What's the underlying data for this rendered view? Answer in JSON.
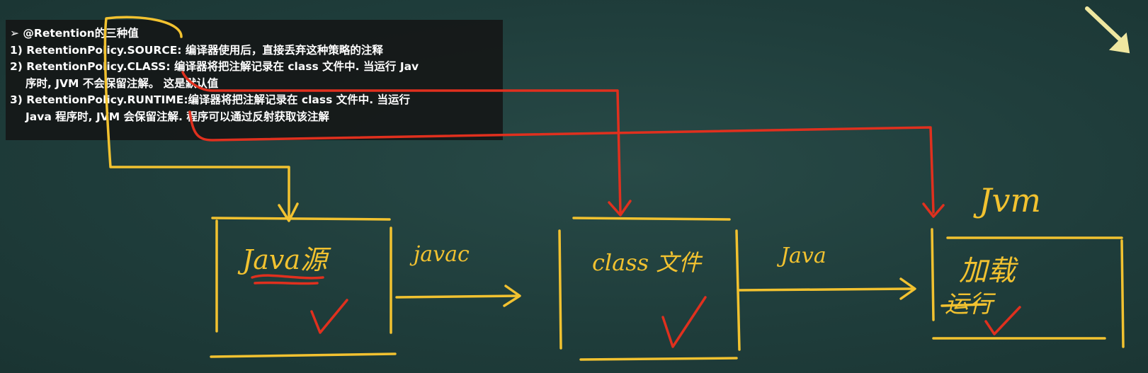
{
  "notes": {
    "heading": "➢ @Retention的三种值",
    "line1": "1) RetentionPolicy.SOURCE: 编译器使用后，直接丢弃这种策略的注释",
    "line2a": "2) RetentionPolicy.CLASS: 编译器将把注解记录在 class 文件中. 当运行 Jav",
    "line2b": "序时, JVM 不会保留注解。 这是默认值",
    "line3a": "3) RetentionPolicy.RUNTIME:编译器将把注解记录在 class 文件中. 当运行",
    "line3b": "Java 程序时, JVM 会保留注解. 程序可以通过反射获取该注解"
  },
  "diagram": {
    "box1_label": "Java源",
    "arrow1_label": "javac",
    "box2_label": "class 文件",
    "arrow2_label": "Java",
    "jvm_label": "Jvm",
    "box3_line1": "加载",
    "box3_line2": "运行"
  },
  "colors": {
    "chalk_yellow": "#f2c230",
    "chalk_red": "#e0301e",
    "board": "#1f3d3b",
    "cursor_arrow": "#efe7a0"
  }
}
